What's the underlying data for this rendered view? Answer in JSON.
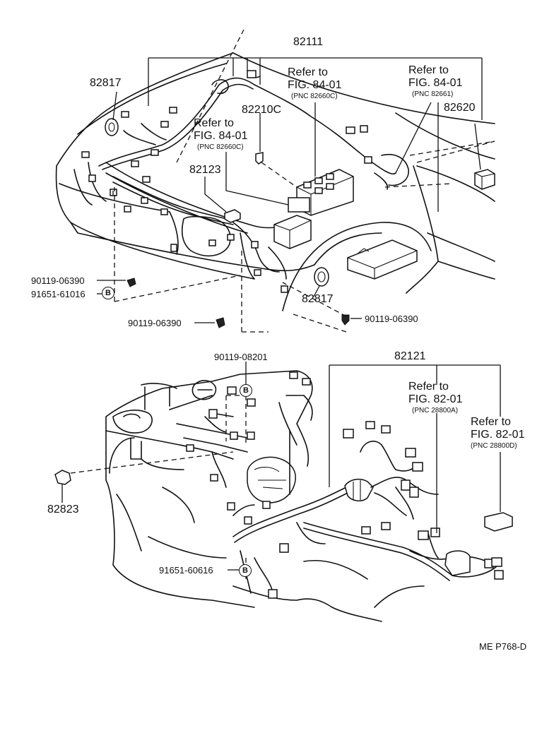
{
  "figure_code": "ME P768-D",
  "top_view": {
    "part_82111": "82111",
    "part_82817_top": "82817",
    "part_82817_bottom": "82817",
    "part_82210c": "82210C",
    "part_82620": "82620",
    "part_82123": "82123",
    "ref_a": {
      "line1": "Refer to",
      "line2": "FIG. 84-01",
      "line3": "(PNC 82660C)"
    },
    "ref_b": {
      "line1": "Refer to",
      "line2": "FIG. 84-01",
      "line3": "(PNC 82660C)"
    },
    "ref_c": {
      "line1": "Refer to",
      "line2": "FIG. 84-01",
      "line3": "(PNC 82661)"
    },
    "bolt_left": "90119-06390",
    "bolt_left_low": "90119-06390",
    "bolt_right": "90119-06390",
    "clamp_top": "91651-61016",
    "clamp_symbol": "B"
  },
  "bottom_view": {
    "part_82121": "82121",
    "part_82823": "82823",
    "bolt_top": "90119-08201",
    "clamp_bottom": "91651-60616",
    "clamp_symbol": "B",
    "ref_d": {
      "line1": "Refer to",
      "line2": "FIG. 82-01",
      "line3": "(PNC 28800A)"
    },
    "ref_e": {
      "line1": "Refer to",
      "line2": "FIG. 82-01",
      "line3": "(PNC 28800D)"
    }
  }
}
